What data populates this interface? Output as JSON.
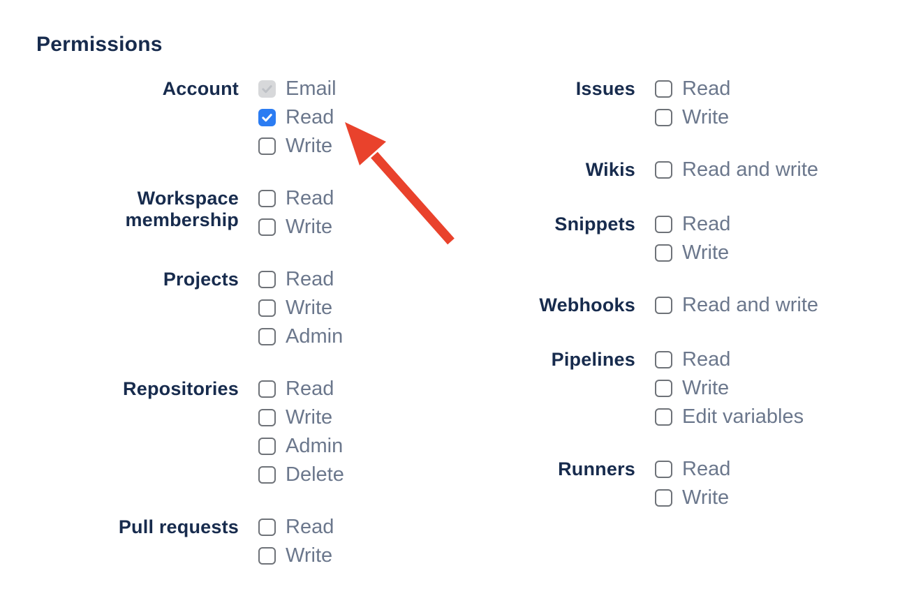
{
  "page": {
    "title": "Permissions"
  },
  "colors": {
    "heading_text": "#172B4D",
    "option_text": "#6B778C",
    "checkbox_checked_blue": "#2B7CF2",
    "checkbox_unchecked_border": "#6E7278",
    "checkbox_disabled_bg": "#D7D8DA",
    "arrow_red": "#E9422C"
  },
  "icons": {
    "checkbox_glyph": "check-icon",
    "annotation": "red-arrow-icon"
  },
  "annotation": {
    "description": "red arrow pointing at the checked Account Read checkbox"
  },
  "columns": [
    {
      "groups": [
        {
          "label": "Account",
          "options": [
            {
              "label": "Email",
              "checked": true,
              "disabled": true
            },
            {
              "label": "Read",
              "checked": true,
              "disabled": false
            },
            {
              "label": "Write",
              "checked": false,
              "disabled": false
            }
          ]
        },
        {
          "label": "Workspace membership",
          "options": [
            {
              "label": "Read",
              "checked": false,
              "disabled": false
            },
            {
              "label": "Write",
              "checked": false,
              "disabled": false
            }
          ]
        },
        {
          "label": "Projects",
          "options": [
            {
              "label": "Read",
              "checked": false,
              "disabled": false
            },
            {
              "label": "Write",
              "checked": false,
              "disabled": false
            },
            {
              "label": "Admin",
              "checked": false,
              "disabled": false
            }
          ]
        },
        {
          "label": "Repositories",
          "options": [
            {
              "label": "Read",
              "checked": false,
              "disabled": false
            },
            {
              "label": "Write",
              "checked": false,
              "disabled": false
            },
            {
              "label": "Admin",
              "checked": false,
              "disabled": false
            },
            {
              "label": "Delete",
              "checked": false,
              "disabled": false
            }
          ]
        },
        {
          "label": "Pull requests",
          "options": [
            {
              "label": "Read",
              "checked": false,
              "disabled": false
            },
            {
              "label": "Write",
              "checked": false,
              "disabled": false
            }
          ]
        }
      ]
    },
    {
      "groups": [
        {
          "label": "Issues",
          "options": [
            {
              "label": "Read",
              "checked": false,
              "disabled": false
            },
            {
              "label": "Write",
              "checked": false,
              "disabled": false
            }
          ]
        },
        {
          "label": "Wikis",
          "options": [
            {
              "label": "Read and write",
              "checked": false,
              "disabled": false
            }
          ]
        },
        {
          "label": "Snippets",
          "options": [
            {
              "label": "Read",
              "checked": false,
              "disabled": false
            },
            {
              "label": "Write",
              "checked": false,
              "disabled": false
            }
          ]
        },
        {
          "label": "Webhooks",
          "options": [
            {
              "label": "Read and write",
              "checked": false,
              "disabled": false
            }
          ]
        },
        {
          "label": "Pipelines",
          "options": [
            {
              "label": "Read",
              "checked": false,
              "disabled": false
            },
            {
              "label": "Write",
              "checked": false,
              "disabled": false
            },
            {
              "label": "Edit variables",
              "checked": false,
              "disabled": false
            }
          ]
        },
        {
          "label": "Runners",
          "options": [
            {
              "label": "Read",
              "checked": false,
              "disabled": false
            },
            {
              "label": "Write",
              "checked": false,
              "disabled": false
            }
          ]
        }
      ]
    }
  ]
}
